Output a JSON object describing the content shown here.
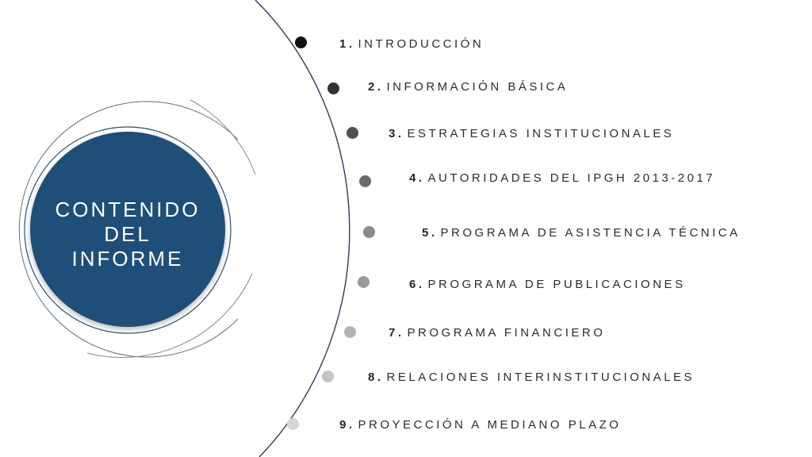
{
  "title": {
    "lines": [
      "CONTENIDO",
      "DEL",
      "INFORME"
    ]
  },
  "colors": {
    "title_circle": "#1f4e79",
    "arc_line": "#2c3e5c",
    "text": "#2b2b33"
  },
  "items": [
    {
      "number": "1.",
      "label": "INTRODUCCIÓN",
      "dot_color": "#111111"
    },
    {
      "number": "2.",
      "label": "INFORMACIÓN BÁSICA",
      "dot_color": "#333333"
    },
    {
      "number": "3.",
      "label": "ESTRATEGIAS INSTITUCIONALES",
      "dot_color": "#505050"
    },
    {
      "number": "4.",
      "label": "AUTORIDADES DEL IPGH 2013-2017",
      "dot_color": "#6a6a6a"
    },
    {
      "number": "5.",
      "label": "PROGRAMA DE ASISTENCIA TÉCNICA",
      "dot_color": "#8a8a8a"
    },
    {
      "number": "6.",
      "label": "PROGRAMA DE PUBLICACIONES",
      "dot_color": "#9a9a9a"
    },
    {
      "number": "7.",
      "label": "PROGRAMA FINANCIERO",
      "dot_color": "#b3b3b3"
    },
    {
      "number": "8.",
      "label": "RELACIONES INTERINSTITUCIONALES",
      "dot_color": "#c4c4c4"
    },
    {
      "number": "9.",
      "label": "PROYECCIÓN A MEDIANO PLAZO",
      "dot_color": "#d6d6d6"
    }
  ]
}
